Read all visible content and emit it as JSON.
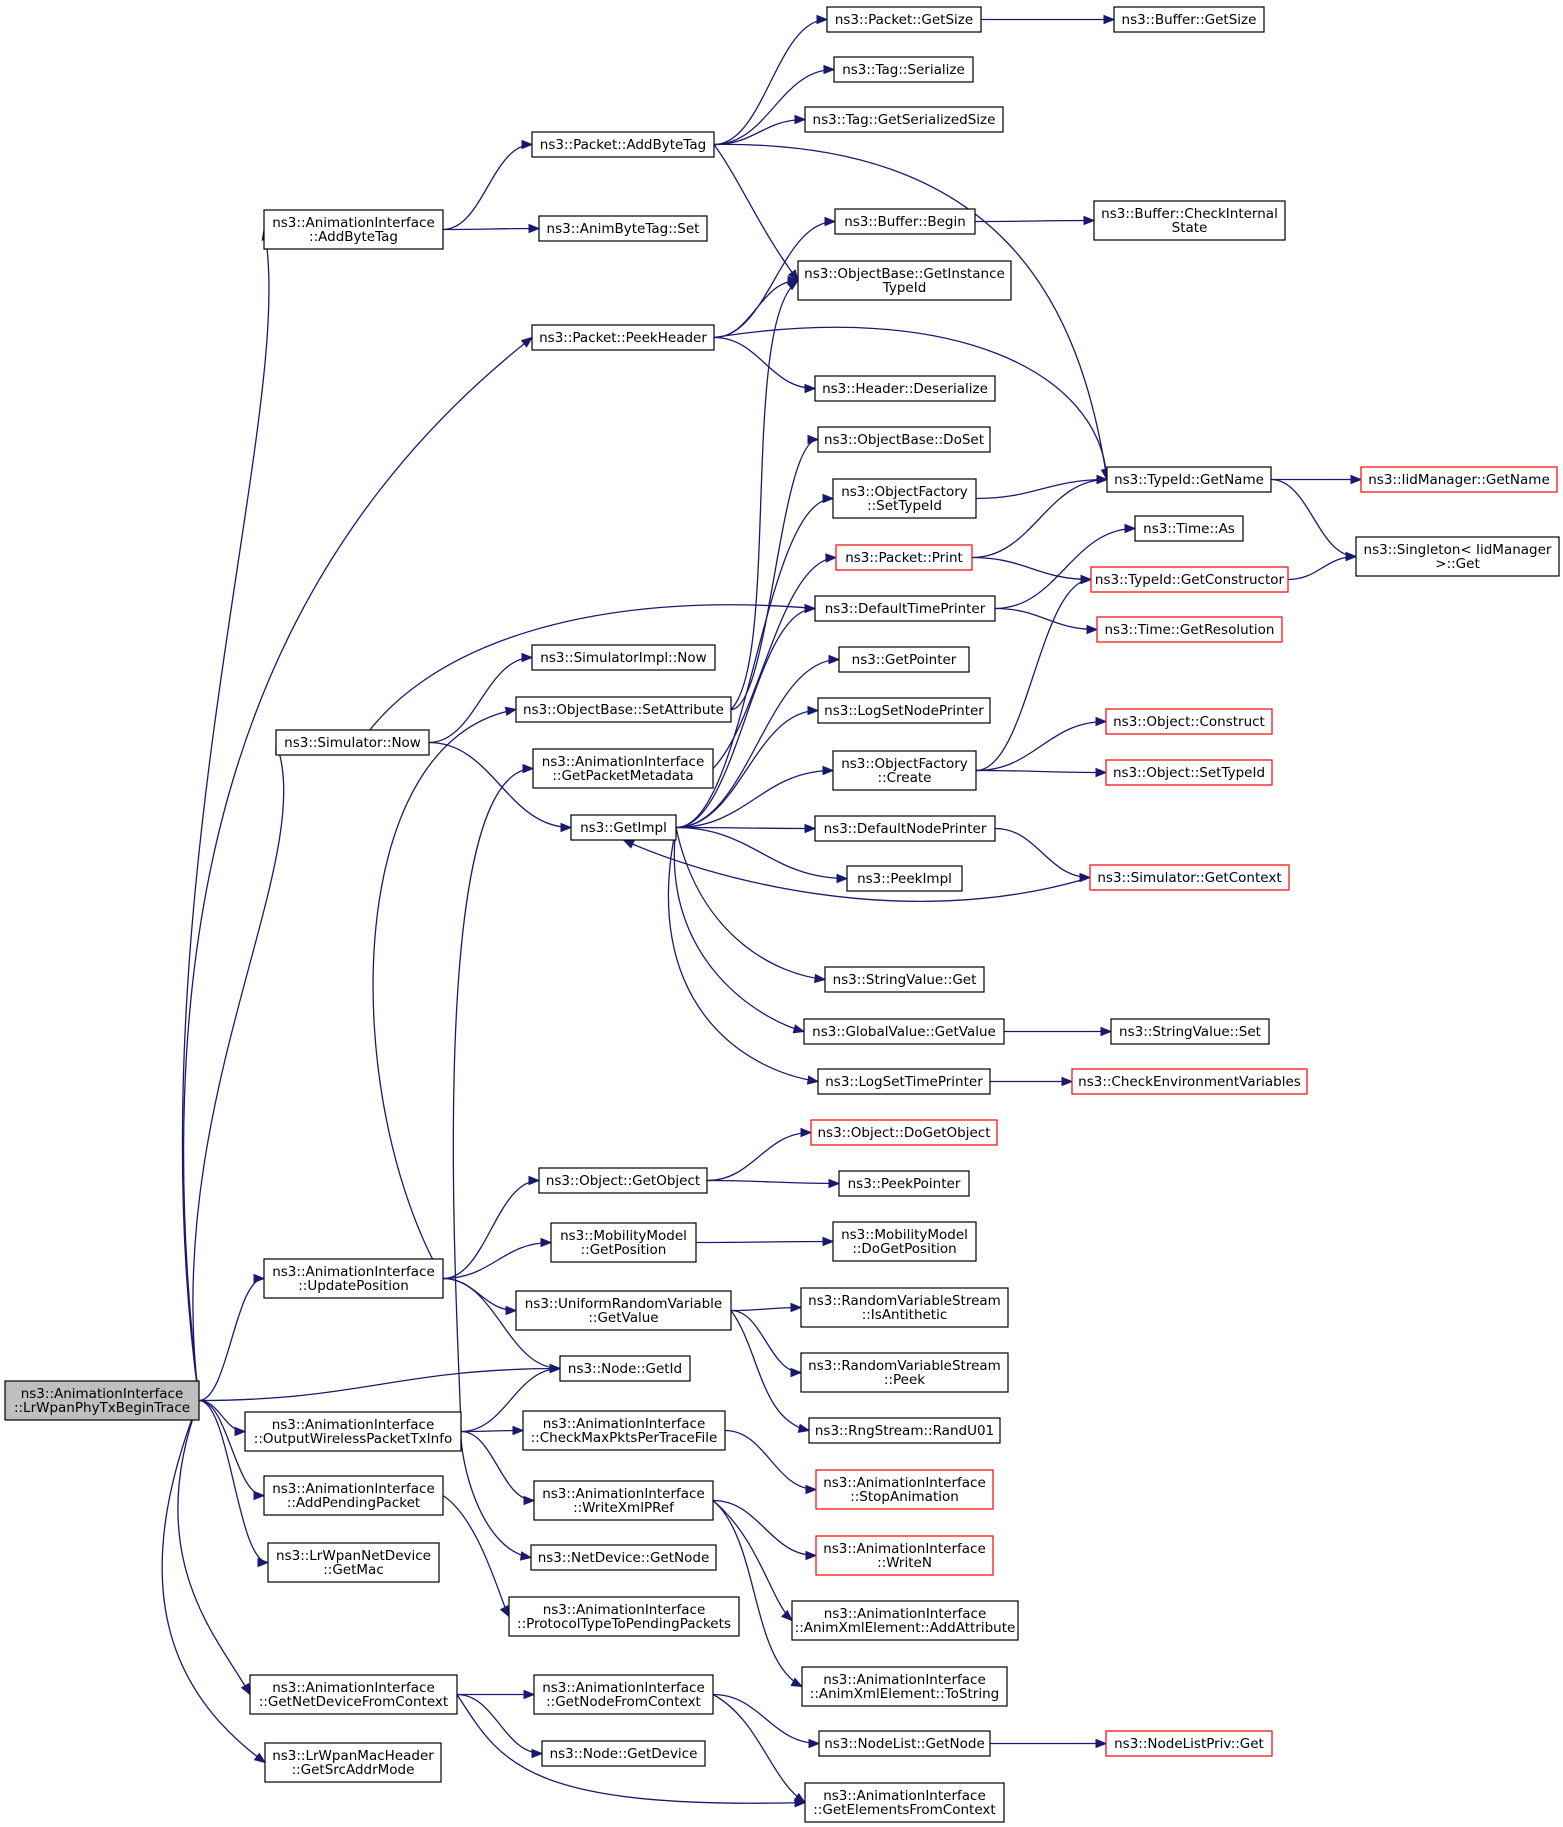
{
  "diagram": {
    "type": "call-graph",
    "root": "lrwpan-begin",
    "colors": {
      "edge": "#191970",
      "border": "#000000",
      "incomplete_border": "#ff0000",
      "root_fill": "#bfbfbf"
    },
    "nodes": [
      {
        "id": "lrwpan-begin",
        "lines": [
          "ns3::AnimationInterface",
          "::LrWpanPhyTxBeginTrace"
        ],
        "root": true
      },
      {
        "id": "add-byte-tag",
        "lines": [
          "ns3::AnimationInterface",
          "::AddByteTag"
        ]
      },
      {
        "id": "simulator-now",
        "lines": [
          "ns3::Simulator::Now"
        ]
      },
      {
        "id": "update-position",
        "lines": [
          "ns3::AnimationInterface",
          "::UpdatePosition"
        ]
      },
      {
        "id": "output-wireless",
        "lines": [
          "ns3::AnimationInterface",
          "::OutputWirelessPacketTxInfo"
        ]
      },
      {
        "id": "add-pending",
        "lines": [
          "ns3::AnimationInterface",
          "::AddPendingPacket"
        ]
      },
      {
        "id": "lrwpan-getmac",
        "lines": [
          "ns3::LrWpanNetDevice",
          "::GetMac"
        ]
      },
      {
        "id": "get-netdevice-ctx",
        "lines": [
          "ns3::AnimationInterface",
          "::GetNetDeviceFromContext"
        ]
      },
      {
        "id": "lrwpan-getsrc",
        "lines": [
          "ns3::LrWpanMacHeader",
          "::GetSrcAddrMode"
        ]
      },
      {
        "id": "packet-addbytetag",
        "lines": [
          "ns3::Packet::AddByteTag"
        ]
      },
      {
        "id": "anim-bytetag-set",
        "lines": [
          "ns3::AnimByteTag::Set"
        ]
      },
      {
        "id": "packet-peekheader",
        "lines": [
          "ns3::Packet::PeekHeader"
        ]
      },
      {
        "id": "simimpl-now",
        "lines": [
          "ns3::SimulatorImpl::Now"
        ]
      },
      {
        "id": "objbase-setattr",
        "lines": [
          "ns3::ObjectBase::SetAttribute"
        ]
      },
      {
        "id": "get-packet-meta",
        "lines": [
          "ns3::AnimationInterface",
          "::GetPacketMetadata"
        ]
      },
      {
        "id": "getimpl",
        "lines": [
          "ns3::GetImpl"
        ]
      },
      {
        "id": "object-getobject",
        "lines": [
          "ns3::Object::GetObject"
        ]
      },
      {
        "id": "mobility-getpos",
        "lines": [
          "ns3::MobilityModel",
          "::GetPosition"
        ]
      },
      {
        "id": "uniform-getvalue",
        "lines": [
          "ns3::UniformRandomVariable",
          "::GetValue"
        ]
      },
      {
        "id": "node-getid",
        "lines": [
          "ns3::Node::GetId"
        ]
      },
      {
        "id": "check-max-pkts",
        "lines": [
          "ns3::AnimationInterface",
          "::CheckMaxPktsPerTraceFile"
        ]
      },
      {
        "id": "write-xml-pref",
        "lines": [
          "ns3::AnimationInterface",
          "::WriteXmlPRef"
        ]
      },
      {
        "id": "netdevice-getnode",
        "lines": [
          "ns3::NetDevice::GetNode"
        ]
      },
      {
        "id": "protocol-type",
        "lines": [
          "ns3::AnimationInterface",
          "::ProtocolTypeToPendingPackets"
        ]
      },
      {
        "id": "get-node-ctx",
        "lines": [
          "ns3::AnimationInterface",
          "::GetNodeFromContext"
        ]
      },
      {
        "id": "node-getdevice",
        "lines": [
          "ns3::Node::GetDevice"
        ]
      },
      {
        "id": "packet-getsize",
        "lines": [
          "ns3::Packet::GetSize"
        ]
      },
      {
        "id": "tag-serialize",
        "lines": [
          "ns3::Tag::Serialize"
        ]
      },
      {
        "id": "tag-getsersize",
        "lines": [
          "ns3::Tag::GetSerializedSize"
        ]
      },
      {
        "id": "buffer-begin",
        "lines": [
          "ns3::Buffer::Begin"
        ]
      },
      {
        "id": "objbase-getinst",
        "lines": [
          "ns3::ObjectBase::GetInstance",
          "TypeId"
        ]
      },
      {
        "id": "header-deser",
        "lines": [
          "ns3::Header::Deserialize"
        ]
      },
      {
        "id": "objbase-doset",
        "lines": [
          "ns3::ObjectBase::DoSet"
        ]
      },
      {
        "id": "objfactory-settype",
        "lines": [
          "ns3::ObjectFactory",
          "::SetTypeId"
        ]
      },
      {
        "id": "packet-print",
        "lines": [
          "ns3::Packet::Print"
        ],
        "incomplete": true
      },
      {
        "id": "default-time-printer",
        "lines": [
          "ns3::DefaultTimePrinter"
        ]
      },
      {
        "id": "get-pointer",
        "lines": [
          "ns3::GetPointer"
        ]
      },
      {
        "id": "log-set-node-printer",
        "lines": [
          "ns3::LogSetNodePrinter"
        ]
      },
      {
        "id": "objfactory-create",
        "lines": [
          "ns3::ObjectFactory",
          "::Create"
        ]
      },
      {
        "id": "default-node-printer",
        "lines": [
          "ns3::DefaultNodePrinter"
        ]
      },
      {
        "id": "peek-impl",
        "lines": [
          "ns3::PeekImpl"
        ]
      },
      {
        "id": "stringvalue-get",
        "lines": [
          "ns3::StringValue::Get"
        ]
      },
      {
        "id": "globalvalue-getvalue",
        "lines": [
          "ns3::GlobalValue::GetValue"
        ]
      },
      {
        "id": "log-set-time-printer",
        "lines": [
          "ns3::LogSetTimePrinter"
        ]
      },
      {
        "id": "object-dogetobject",
        "lines": [
          "ns3::Object::DoGetObject"
        ],
        "incomplete": true
      },
      {
        "id": "peek-pointer",
        "lines": [
          "ns3::PeekPointer"
        ]
      },
      {
        "id": "mobility-dogetpos",
        "lines": [
          "ns3::MobilityModel",
          "::DoGetPosition"
        ]
      },
      {
        "id": "rvs-isantithetic",
        "lines": [
          "ns3::RandomVariableStream",
          "::IsAntithetic"
        ]
      },
      {
        "id": "rvs-peek",
        "lines": [
          "ns3::RandomVariableStream",
          "::Peek"
        ]
      },
      {
        "id": "rngstream-randu01",
        "lines": [
          "ns3::RngStream::RandU01"
        ]
      },
      {
        "id": "stop-animation",
        "lines": [
          "ns3::AnimationInterface",
          "::StopAnimation"
        ],
        "incomplete": true
      },
      {
        "id": "write-n",
        "lines": [
          "ns3::AnimationInterface",
          "::WriteN"
        ],
        "incomplete": true
      },
      {
        "id": "animxml-addattr",
        "lines": [
          "ns3::AnimationInterface",
          "::AnimXmlElement::AddAttribute"
        ]
      },
      {
        "id": "animxml-tostring",
        "lines": [
          "ns3::AnimationInterface",
          "::AnimXmlElement::ToString"
        ]
      },
      {
        "id": "nodelist-getnode",
        "lines": [
          "ns3::NodeList::GetNode"
        ]
      },
      {
        "id": "get-elements-ctx",
        "lines": [
          "ns3::AnimationInterface",
          "::GetElementsFromContext"
        ]
      },
      {
        "id": "buffer-getsize",
        "lines": [
          "ns3::Buffer::GetSize"
        ]
      },
      {
        "id": "buffer-checkinternal",
        "lines": [
          "ns3::Buffer::CheckInternal",
          "State"
        ]
      },
      {
        "id": "typeid-getname",
        "lines": [
          "ns3::TypeId::GetName"
        ]
      },
      {
        "id": "time-as",
        "lines": [
          "ns3::Time::As"
        ]
      },
      {
        "id": "typeid-getconstructor",
        "lines": [
          "ns3::TypeId::GetConstructor"
        ],
        "incomplete": true
      },
      {
        "id": "time-getresolution",
        "lines": [
          "ns3::Time::GetResolution"
        ],
        "incomplete": true
      },
      {
        "id": "object-construct",
        "lines": [
          "ns3::Object::Construct"
        ],
        "incomplete": true
      },
      {
        "id": "object-settypeid",
        "lines": [
          "ns3::Object::SetTypeId"
        ],
        "incomplete": true
      },
      {
        "id": "simulator-getcontext",
        "lines": [
          "ns3::Simulator::GetContext"
        ],
        "incomplete": true
      },
      {
        "id": "stringvalue-set",
        "lines": [
          "ns3::StringValue::Set"
        ]
      },
      {
        "id": "check-env-vars",
        "lines": [
          "ns3::CheckEnvironmentVariables"
        ],
        "incomplete": true
      },
      {
        "id": "nodelistpriv-get",
        "lines": [
          "ns3::NodeListPriv::Get"
        ],
        "incomplete": true
      },
      {
        "id": "iidmanager-getname",
        "lines": [
          "ns3::IidManager::GetName"
        ],
        "incomplete": true
      },
      {
        "id": "singleton-get",
        "lines": [
          "ns3::Singleton< IidManager",
          " >::Get"
        ]
      }
    ],
    "edges": [
      [
        "lrwpan-begin",
        "add-byte-tag"
      ],
      [
        "lrwpan-begin",
        "simulator-now"
      ],
      [
        "lrwpan-begin",
        "packet-peekheader"
      ],
      [
        "lrwpan-begin",
        "update-position"
      ],
      [
        "lrwpan-begin",
        "node-getid"
      ],
      [
        "lrwpan-begin",
        "output-wireless"
      ],
      [
        "lrwpan-begin",
        "add-pending"
      ],
      [
        "lrwpan-begin",
        "lrwpan-getmac"
      ],
      [
        "lrwpan-begin",
        "get-netdevice-ctx"
      ],
      [
        "lrwpan-begin",
        "lrwpan-getsrc"
      ],
      [
        "add-byte-tag",
        "packet-addbytetag"
      ],
      [
        "add-byte-tag",
        "anim-bytetag-set"
      ],
      [
        "packet-addbytetag",
        "packet-getsize"
      ],
      [
        "packet-addbytetag",
        "tag-serialize"
      ],
      [
        "packet-addbytetag",
        "tag-getsersize"
      ],
      [
        "packet-addbytetag",
        "objbase-getinst"
      ],
      [
        "packet-addbytetag",
        "typeid-getname"
      ],
      [
        "packet-getsize",
        "buffer-getsize"
      ],
      [
        "packet-peekheader",
        "buffer-begin"
      ],
      [
        "packet-peekheader",
        "objbase-getinst"
      ],
      [
        "packet-peekheader",
        "header-deser"
      ],
      [
        "packet-peekheader",
        "typeid-getname"
      ],
      [
        "buffer-begin",
        "buffer-checkinternal"
      ],
      [
        "simulator-now",
        "simimpl-now"
      ],
      [
        "simulator-now",
        "getimpl"
      ],
      [
        "objbase-setattr",
        "objbase-doset"
      ],
      [
        "objbase-setattr",
        "objbase-getinst"
      ],
      [
        "get-packet-meta",
        "packet-print"
      ],
      [
        "getimpl",
        "default-time-printer"
      ],
      [
        "getimpl",
        "get-pointer"
      ],
      [
        "getimpl",
        "log-set-node-printer"
      ],
      [
        "getimpl",
        "objfactory-settype"
      ],
      [
        "getimpl",
        "objfactory-create"
      ],
      [
        "getimpl",
        "default-node-printer"
      ],
      [
        "getimpl",
        "peek-impl"
      ],
      [
        "getimpl",
        "stringvalue-get"
      ],
      [
        "getimpl",
        "globalvalue-getvalue"
      ],
      [
        "getimpl",
        "log-set-time-printer"
      ],
      [
        "objfactory-settype",
        "typeid-getname"
      ],
      [
        "packet-print",
        "typeid-getname"
      ],
      [
        "packet-print",
        "typeid-getconstructor"
      ],
      [
        "default-time-printer",
        "simulator-now"
      ],
      [
        "default-time-printer",
        "time-as"
      ],
      [
        "default-time-printer",
        "time-getresolution"
      ],
      [
        "objfactory-create",
        "typeid-getconstructor"
      ],
      [
        "objfactory-create",
        "object-construct"
      ],
      [
        "objfactory-create",
        "object-settypeid"
      ],
      [
        "default-node-printer",
        "simulator-getcontext"
      ],
      [
        "simulator-getcontext",
        "getimpl"
      ],
      [
        "globalvalue-getvalue",
        "stringvalue-set"
      ],
      [
        "log-set-time-printer",
        "check-env-vars"
      ],
      [
        "typeid-getname",
        "iidmanager-getname"
      ],
      [
        "typeid-getname",
        "singleton-get"
      ],
      [
        "typeid-getconstructor",
        "singleton-get"
      ],
      [
        "update-position",
        "objbase-setattr"
      ],
      [
        "update-position",
        "object-getobject"
      ],
      [
        "update-position",
        "mobility-getpos"
      ],
      [
        "update-position",
        "uniform-getvalue"
      ],
      [
        "update-position",
        "node-getid"
      ],
      [
        "object-getobject",
        "object-dogetobject"
      ],
      [
        "object-getobject",
        "peek-pointer"
      ],
      [
        "mobility-getpos",
        "mobility-dogetpos"
      ],
      [
        "uniform-getvalue",
        "rvs-isantithetic"
      ],
      [
        "uniform-getvalue",
        "rvs-peek"
      ],
      [
        "uniform-getvalue",
        "rngstream-randu01"
      ],
      [
        "output-wireless",
        "get-packet-meta"
      ],
      [
        "output-wireless",
        "node-getid"
      ],
      [
        "output-wireless",
        "check-max-pkts"
      ],
      [
        "output-wireless",
        "write-xml-pref"
      ],
      [
        "output-wireless",
        "netdevice-getnode"
      ],
      [
        "check-max-pkts",
        "stop-animation"
      ],
      [
        "write-xml-pref",
        "write-n"
      ],
      [
        "write-xml-pref",
        "animxml-addattr"
      ],
      [
        "write-xml-pref",
        "animxml-tostring"
      ],
      [
        "add-pending",
        "protocol-type"
      ],
      [
        "get-netdevice-ctx",
        "get-node-ctx"
      ],
      [
        "get-netdevice-ctx",
        "node-getdevice"
      ],
      [
        "get-netdevice-ctx",
        "get-elements-ctx"
      ],
      [
        "get-node-ctx",
        "nodelist-getnode"
      ],
      [
        "get-node-ctx",
        "get-elements-ctx"
      ],
      [
        "nodelist-getnode",
        "nodelistpriv-get"
      ]
    ]
  }
}
